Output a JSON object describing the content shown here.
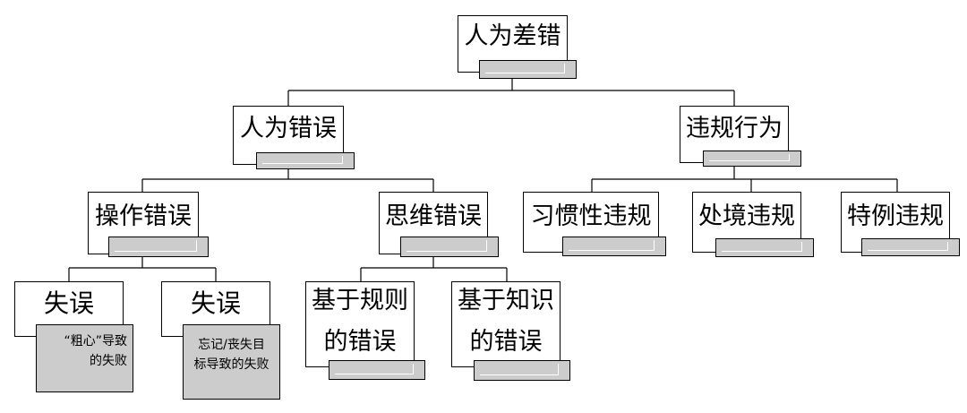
{
  "diagram": {
    "root": {
      "label": "人为差错"
    },
    "human_error": {
      "label": "人为错误"
    },
    "violation": {
      "label": "违规行为"
    },
    "operation_error": {
      "label": "操作错误"
    },
    "thinking_error": {
      "label": "思维错误"
    },
    "habitual_violation": {
      "label": "习惯性违规"
    },
    "situational_violation": {
      "label": "处境违规"
    },
    "exceptional_violation": {
      "label": "特例违规"
    },
    "slip": {
      "label": "失误",
      "note": [
        "“粗心”导致",
        "的失败"
      ]
    },
    "lapse": {
      "label": "失误",
      "note": [
        "忘记/丧失目",
        "标导致的失败"
      ]
    },
    "rule_based": {
      "label": [
        "基于规则",
        "的错误"
      ]
    },
    "knowledge_based": {
      "label": [
        "基于知识",
        "的错误"
      ]
    }
  }
}
